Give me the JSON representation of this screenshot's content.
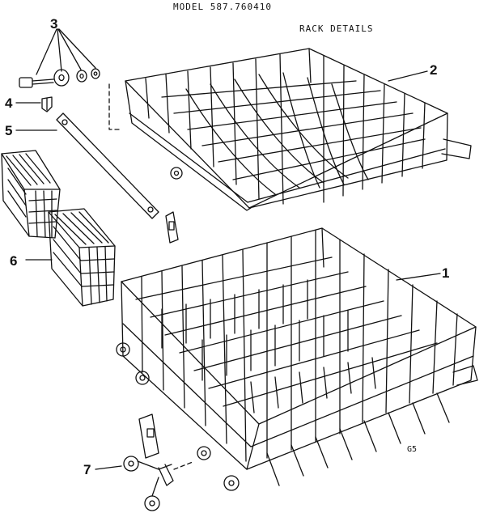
{
  "header": {
    "model": "MODEL 587.760410",
    "title": "RACK DETAILS"
  },
  "diagram_code": "G5",
  "callouts": [
    {
      "id": "1",
      "part": "lower-rack"
    },
    {
      "id": "2",
      "part": "upper-rack"
    },
    {
      "id": "3",
      "part": "stud-roller-washer-set"
    },
    {
      "id": "4",
      "part": "clip"
    },
    {
      "id": "5",
      "part": "track"
    },
    {
      "id": "6",
      "part": "silverware-basket"
    },
    {
      "id": "7",
      "part": "roller-assembly"
    }
  ]
}
